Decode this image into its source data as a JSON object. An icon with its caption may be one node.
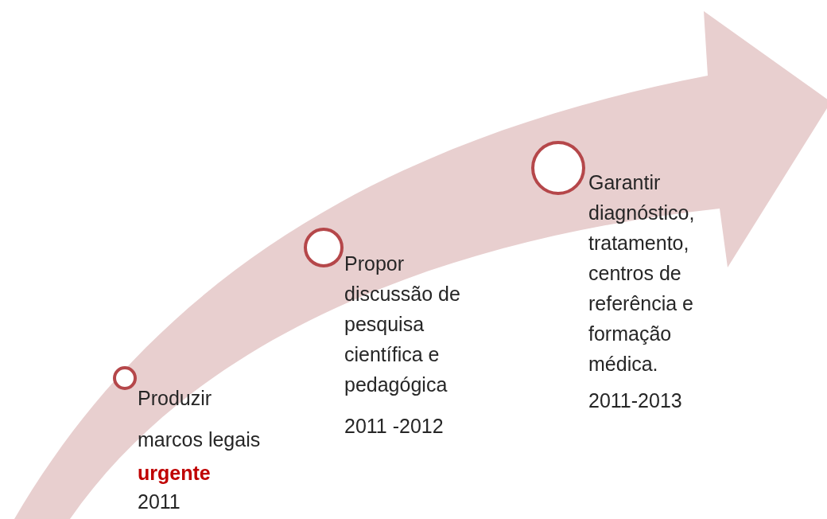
{
  "diagram": {
    "nodes": [
      {
        "text": [],
        "shape": "circle",
        "beside": [
          "Produzir marcos legais",
          "urgente",
          "2011"
        ]
      },
      {
        "text": [],
        "shape": "circle",
        "beside": [
          "Propor discussão de pesquisa científica e pedagógica",
          "2011 -2012"
        ]
      },
      {
        "text": [],
        "shape": "circle",
        "beside": [
          "Garantir diagnóstico, tratamento, centros de referência e formação médica.",
          "2011-2013"
        ]
      }
    ]
  }
}
